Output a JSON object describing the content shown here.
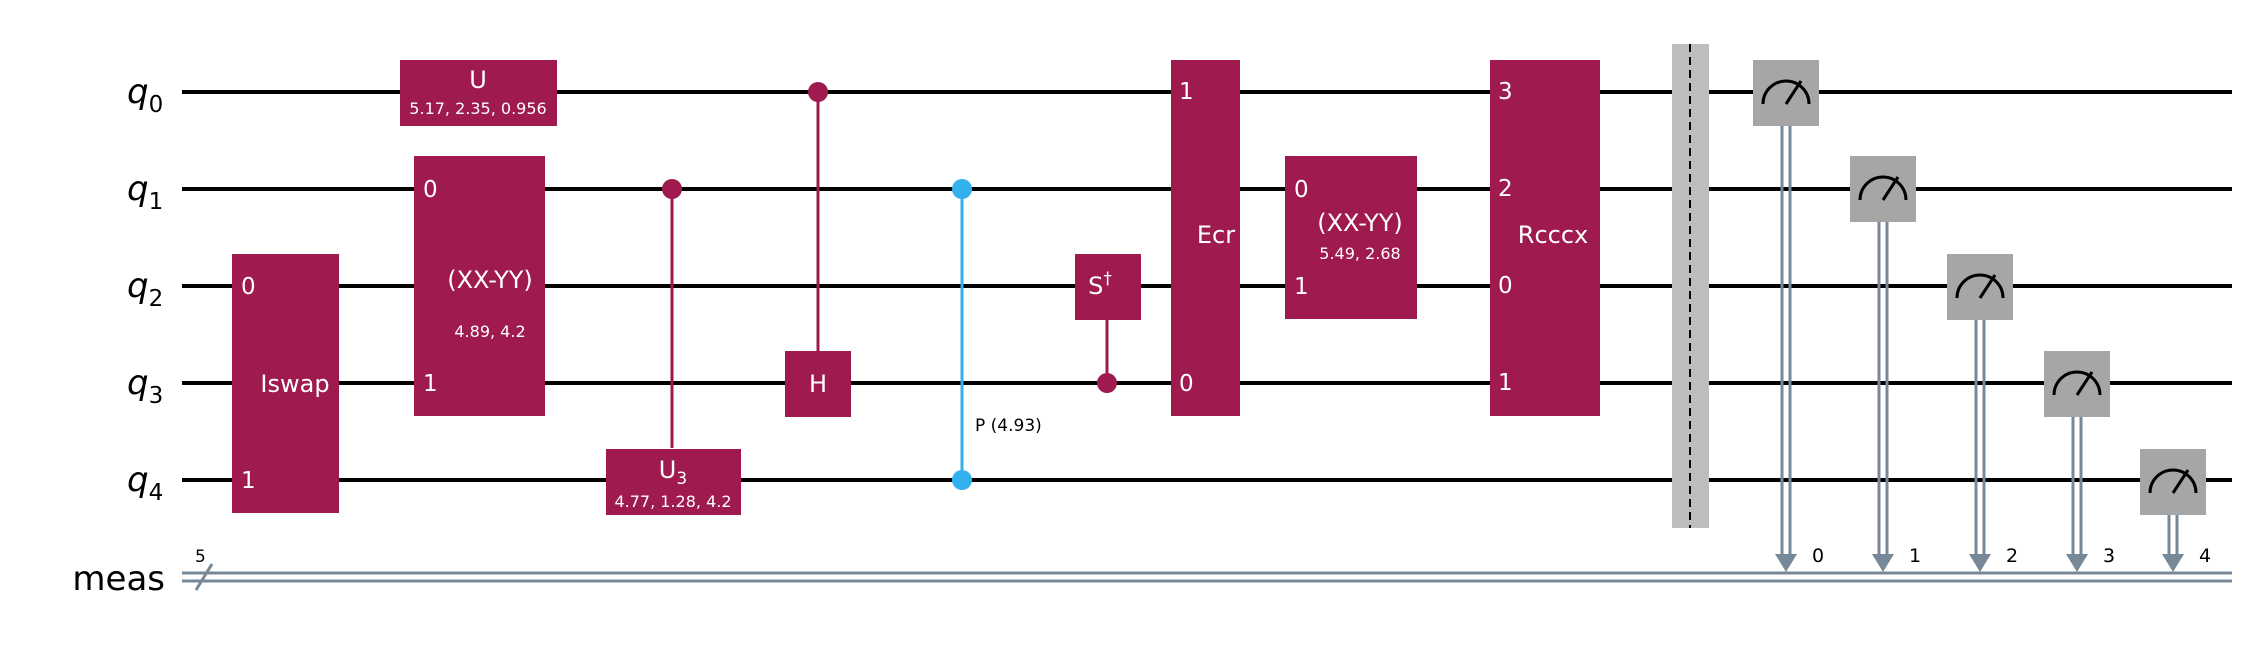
{
  "qubits": [
    {
      "name": "q",
      "index": "0"
    },
    {
      "name": "q",
      "index": "1"
    },
    {
      "name": "q",
      "index": "2"
    },
    {
      "name": "q",
      "index": "3"
    },
    {
      "name": "q",
      "index": "4"
    }
  ],
  "classical_register": {
    "name": "meas",
    "size": "5"
  },
  "gates": {
    "iswap": {
      "label": "Iswap",
      "port_a": "0",
      "port_b": "1"
    },
    "u": {
      "label": "U",
      "params": "5.17, 2.35, 0.956"
    },
    "xxyy_1": {
      "label": "(XX-YY)",
      "params": "4.89, 4.2",
      "port_a": "0",
      "port_b": "1"
    },
    "u3": {
      "label": "U",
      "label_sub": "3",
      "params": "4.77, 1.28, 4.2"
    },
    "ch": {
      "label": "H"
    },
    "cp": {
      "params": "P (4.93)"
    },
    "csdg": {
      "label": "S",
      "label_sup": "†"
    },
    "ecr": {
      "label": "Ecr",
      "port_a": "1",
      "port_b": "0"
    },
    "xxyy_2": {
      "label": "(XX-YY)",
      "params": "5.49, 2.68",
      "port_a": "0",
      "port_b": "1"
    },
    "rcccx": {
      "label": "Rcccx",
      "port_q0": "3",
      "port_q1": "2",
      "port_q2": "0",
      "port_q3": "1"
    }
  },
  "measure_targets": [
    "0",
    "1",
    "2",
    "3",
    "4"
  ],
  "colors": {
    "gate": "#9e1a4f",
    "controlled_phase": "#33b1ee",
    "measure_box": "#a6a6a6",
    "classical_wire": "#778899",
    "barrier": "#bdbdbd"
  }
}
